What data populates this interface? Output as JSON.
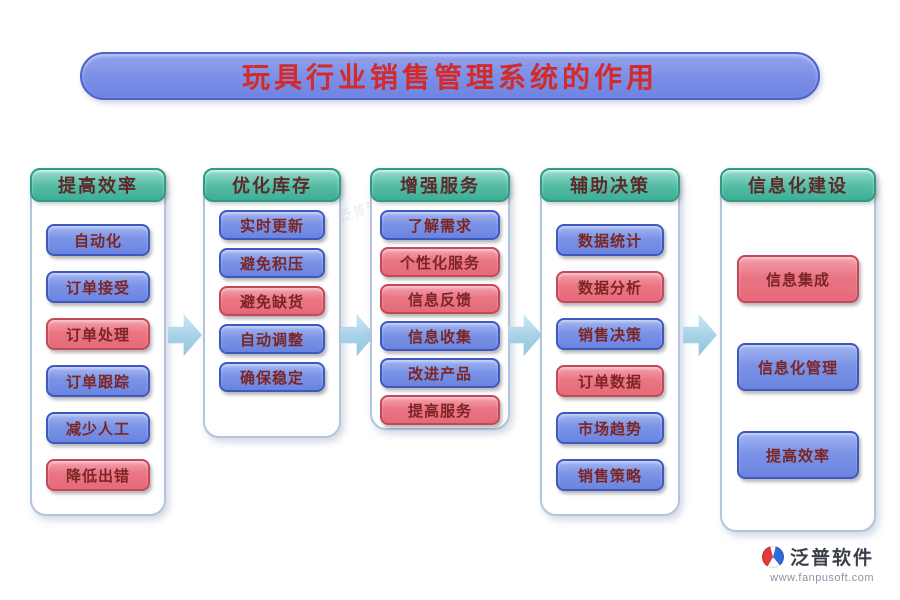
{
  "title": "玩具行业销售管理系统的作用",
  "watermark": "泛普软件",
  "columns": [
    {
      "header": "提高效率",
      "items": [
        {
          "label": "自动化",
          "variant": "blue"
        },
        {
          "label": "订单接受",
          "variant": "blue"
        },
        {
          "label": "订单处理",
          "variant": "red"
        },
        {
          "label": "订单跟踪",
          "variant": "blue"
        },
        {
          "label": "减少人工",
          "variant": "blue"
        },
        {
          "label": "降低出错",
          "variant": "red"
        }
      ]
    },
    {
      "header": "优化库存",
      "items": [
        {
          "label": "实时更新",
          "variant": "blue"
        },
        {
          "label": "避免积压",
          "variant": "blue"
        },
        {
          "label": "避免缺货",
          "variant": "red"
        },
        {
          "label": "自动调整",
          "variant": "blue"
        },
        {
          "label": "确保稳定",
          "variant": "blue"
        }
      ]
    },
    {
      "header": "增强服务",
      "items": [
        {
          "label": "了解需求",
          "variant": "blue"
        },
        {
          "label": "个性化服务",
          "variant": "red"
        },
        {
          "label": "信息反馈",
          "variant": "red"
        },
        {
          "label": "信息收集",
          "variant": "blue"
        },
        {
          "label": "改进产品",
          "variant": "blue"
        },
        {
          "label": "提高服务",
          "variant": "red"
        }
      ]
    },
    {
      "header": "辅助决策",
      "items": [
        {
          "label": "数据统计",
          "variant": "blue"
        },
        {
          "label": "数据分析",
          "variant": "red"
        },
        {
          "label": "销售决策",
          "variant": "blue"
        },
        {
          "label": "订单数据",
          "variant": "red"
        },
        {
          "label": "市场趋势",
          "variant": "blue"
        },
        {
          "label": "销售策略",
          "variant": "blue"
        }
      ]
    },
    {
      "header": "信息化建设",
      "items": [
        {
          "label": "信息集成",
          "variant": "red"
        },
        {
          "label": "信息化管理",
          "variant": "blue"
        },
        {
          "label": "提高效率",
          "variant": "blue"
        }
      ]
    }
  ],
  "footer": {
    "brand": "泛普软件",
    "url": "www.fanpusoft.com"
  },
  "colors": {
    "title_bg": "#7b8ee6",
    "title_text": "#d42a2a",
    "header_bg": "#4cb49c",
    "header_text": "#5c2a2a",
    "button_blue": "#7b93e6",
    "button_red": "#ea7584",
    "button_text": "#7c2525",
    "arrow": "#a9d2e8",
    "container_border": "#b4c4de"
  }
}
